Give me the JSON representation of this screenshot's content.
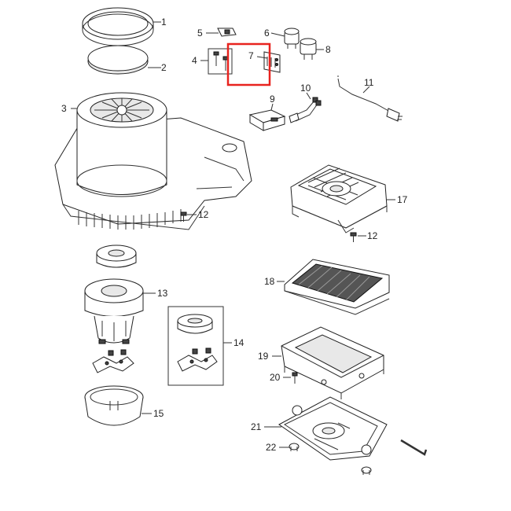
{
  "parts": [
    {
      "label": "1"
    },
    {
      "label": "2"
    },
    {
      "label": "3"
    },
    {
      "label": "4"
    },
    {
      "label": "5"
    },
    {
      "label": "6"
    },
    {
      "label": "7"
    },
    {
      "label": "8"
    },
    {
      "label": "9"
    },
    {
      "label": "10"
    },
    {
      "label": "11"
    },
    {
      "label": "12"
    },
    {
      "label": "12"
    },
    {
      "label": "13"
    },
    {
      "label": "14"
    },
    {
      "label": "15"
    },
    {
      "label": "17"
    },
    {
      "label": "18"
    },
    {
      "label": "19"
    },
    {
      "label": "20"
    },
    {
      "label": "21"
    },
    {
      "label": "22"
    }
  ],
  "highlight": {
    "part_label": "7",
    "color": "#e8231f"
  },
  "colors": {
    "line": "#222222",
    "label": "#222222"
  }
}
